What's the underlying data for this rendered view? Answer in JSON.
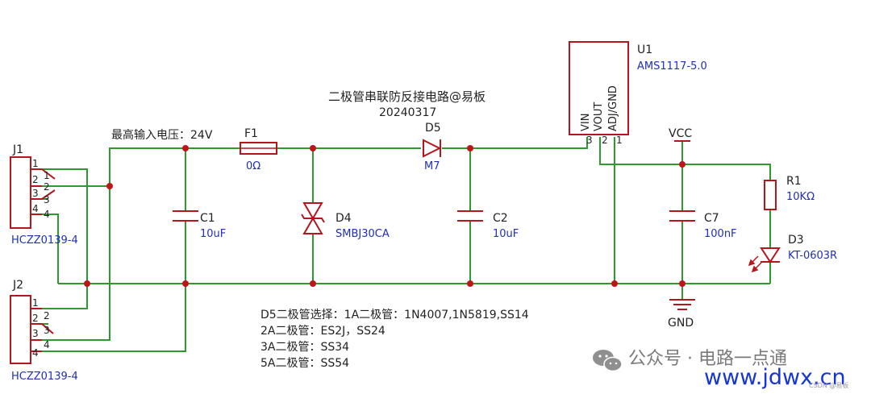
{
  "title": {
    "line1": "二极管串联防反接电路@易板",
    "line2": "20240317"
  },
  "input_voltage_label": "最高输入电压：24V",
  "components": {
    "J1": {
      "ref": "J1",
      "value": "HCZZ0139-4",
      "pins": [
        "1",
        "2",
        "3",
        "4"
      ]
    },
    "J2": {
      "ref": "J2",
      "value": "HCZZ0139-4",
      "pins": [
        "1",
        "2",
        "3",
        "4"
      ]
    },
    "F1": {
      "ref": "F1",
      "value": "0Ω"
    },
    "D5": {
      "ref": "D5",
      "value": "M7"
    },
    "C1": {
      "ref": "C1",
      "value": "10uF"
    },
    "D4": {
      "ref": "D4",
      "value": "SMBJ30CA"
    },
    "C2": {
      "ref": "C2",
      "value": "10uF"
    },
    "U1": {
      "ref": "U1",
      "value": "AMS1117-5.0",
      "pin_names": [
        "VIN",
        "VOUT",
        "ADJ/GND"
      ],
      "pin_numbers": [
        "3",
        "2",
        "1"
      ]
    },
    "C7": {
      "ref": "C7",
      "value": "100nF"
    },
    "R1": {
      "ref": "R1",
      "value": "10KΩ"
    },
    "D3": {
      "ref": "D3",
      "value": "KT-0603R"
    }
  },
  "power_labels": {
    "vcc": "VCC",
    "gnd": "GND"
  },
  "notes": [
    "D5二极管选择：1A二极管：1N4007,1N5819,SS14",
    "2A二极管：ES2J，SS24",
    "3A二极管：SS34",
    "5A二极管：SS54"
  ],
  "watermark": {
    "text": "公众号 · 电路一点通",
    "url": "www.jdwx.cn",
    "csdn": "CSDN @易板"
  },
  "colors": {
    "wire": "#2e9a2e",
    "component": "#b5161b",
    "junction": "#c0141a",
    "label": "#1f2fb8",
    "text": "#222222",
    "watermark_url": "#1535d6"
  }
}
